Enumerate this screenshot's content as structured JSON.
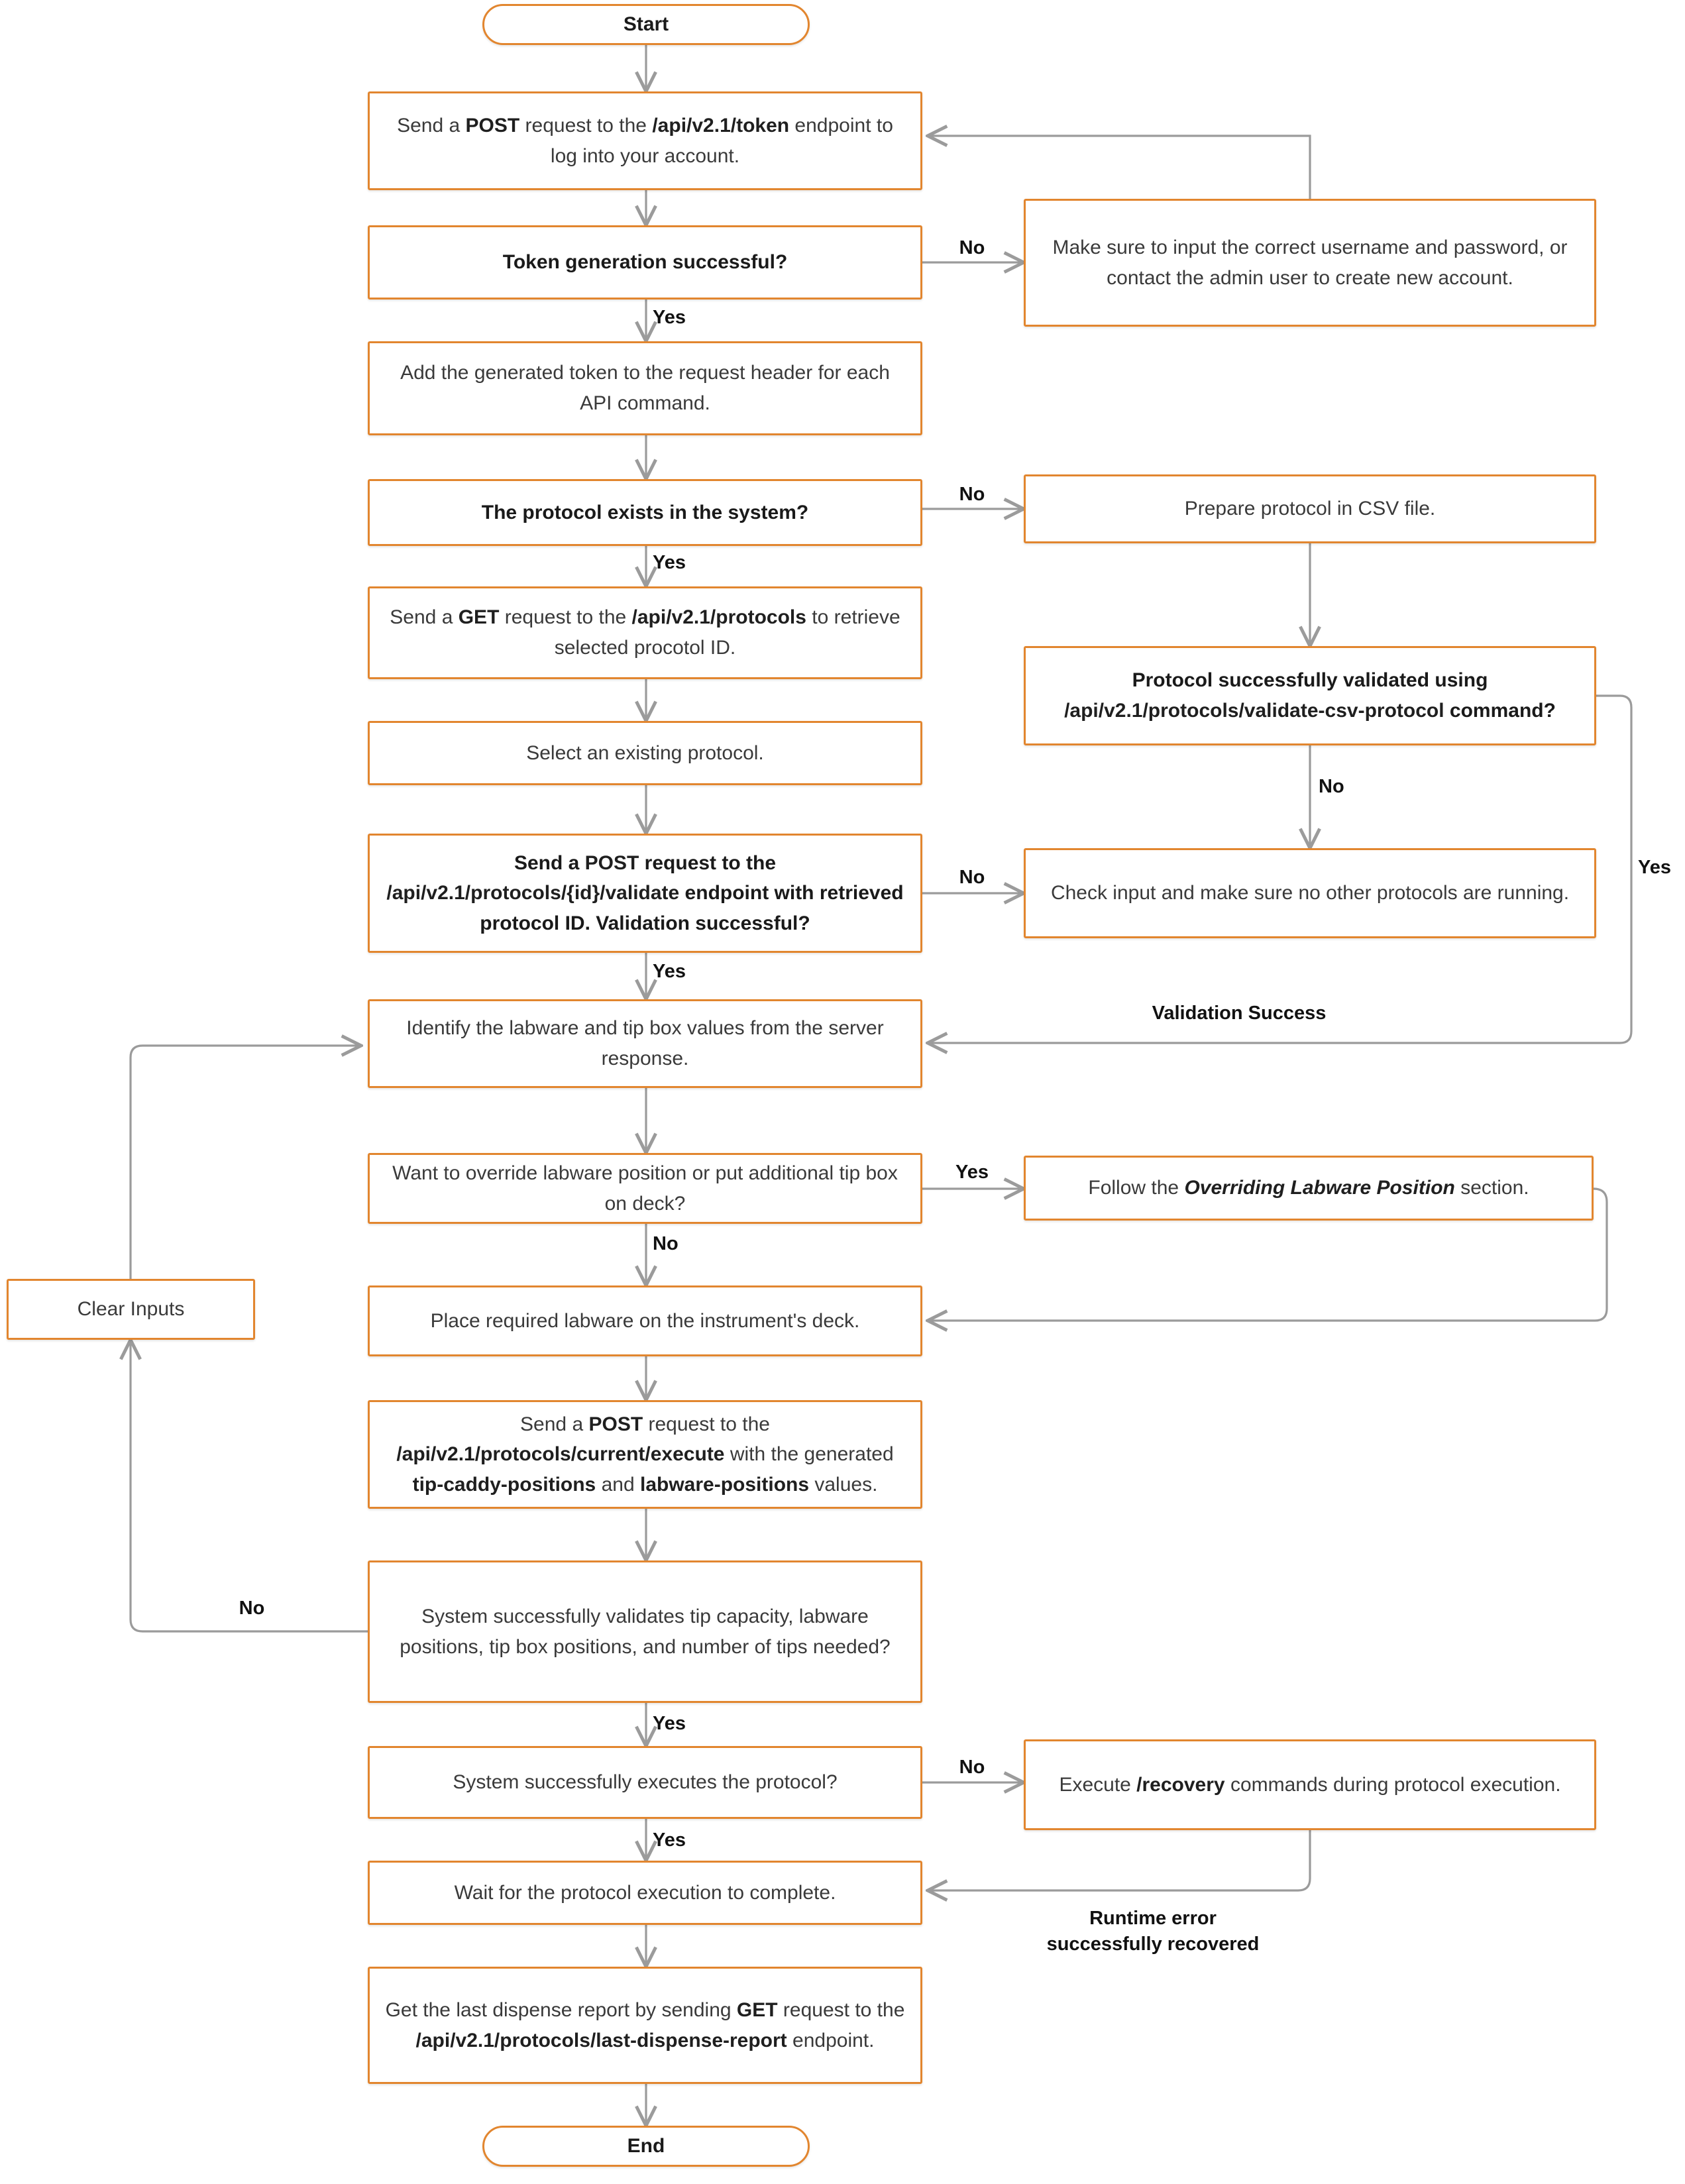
{
  "diagram": {
    "title": "API protocol execution flowchart",
    "colors": {
      "node_border": "#E2862F",
      "node_fill": "#FFFFFF",
      "edge_line": "#9b9b9b",
      "text": "#3a3a3a",
      "label_text": "#111111"
    }
  },
  "nodes": {
    "start": {
      "label": "Start",
      "shape": "terminal"
    },
    "post_token": {
      "html": "Send a <b>POST</b> request to the <b>/api/v2.1/token</b> endpoint to log into your account.",
      "text": "Send a POST request to the /api/v2.1/token endpoint to log into your account.",
      "shape": "process"
    },
    "token_success": {
      "html": "Token generation successful?",
      "text": "Token generation successful?",
      "shape": "decision"
    },
    "token_fail_help": {
      "html": "Make sure to input the correct username and password, or contact the admin user to create new account.",
      "text": "Make sure to input the correct username and password, or contact the admin user to create new account.",
      "shape": "process"
    },
    "add_token_header": {
      "html": "Add the generated token to the request header for each API command.",
      "text": "Add the generated token to the request header for each API command.",
      "shape": "process"
    },
    "protocol_exists": {
      "html": "The protocol exists in the system?",
      "text": "The protocol exists in the system?",
      "shape": "decision"
    },
    "prepare_csv": {
      "html": "Prepare protocol in CSV file.",
      "text": "Prepare protocol in CSV file.",
      "shape": "process"
    },
    "get_protocols": {
      "html": "Send a <b>GET</b> request to the <b>/api/v2.1/protocols</b> to retrieve selected procotol ID.",
      "text": "Send a GET request to the /api/v2.1/protocols to retrieve selected procotol ID.",
      "shape": "process"
    },
    "validate_csv": {
      "html": "Protocol successfully validated using <b>/api/v2.1/protocols/validate-csv-protocol</b> command?",
      "text": "Protocol successfully validated using /api/v2.1/protocols/validate-csv-protocol command?",
      "shape": "decision"
    },
    "select_protocol": {
      "html": "Select an existing protocol.",
      "text": "Select an existing protocol.",
      "shape": "process"
    },
    "post_validate": {
      "html": "Send a <b>POST</b> request to the <b>/api/v2.1/protocols/{id}/validate</b> endpoint with retrieved protocol ID. Validation successful?",
      "text": "Send a POST request to the /api/v2.1/protocols/{id}/validate endpoint with retrieved protocol ID. Validation successful?",
      "shape": "decision"
    },
    "check_input": {
      "html": "Check input and make sure no other protocols are running.",
      "text": "Check input and make sure no other protocols are running.",
      "shape": "process"
    },
    "identify_labware": {
      "html": "Identify the labware and tip box values from the server response.",
      "text": "Identify the labware and tip box values from the server response.",
      "shape": "process"
    },
    "want_override": {
      "html": "Want to override labware position or put additional tip box on deck?",
      "text": "Want to override labware position or put additional tip box on deck?",
      "shape": "decision"
    },
    "follow_override": {
      "html": "Follow the <i class=\"ital\">Overriding Labware Position</i> section.",
      "text": "Follow the Overriding Labware Position section.",
      "shape": "process"
    },
    "clear_inputs": {
      "html": "Clear Inputs",
      "text": "Clear Inputs",
      "shape": "process"
    },
    "place_labware": {
      "html": "Place required labware on the instrument's deck.",
      "text": "Place required labware on the instrument's deck.",
      "shape": "process"
    },
    "post_execute": {
      "html": "Send a <b>POST</b> request to the <b>/api/v2.1/protocols/current/execute</b> with the generated <b>tip-caddy-positions</b> and <b>labware-positions</b> values.",
      "text": "Send a POST request to the /api/v2.1/protocols/current/execute with the generated tip-caddy-positions and labware-positions values.",
      "shape": "process"
    },
    "system_validates": {
      "html": "System successfully validates tip capacity, labware positions, tip box positions, and number of tips needed?",
      "text": "System successfully validates tip capacity, labware positions, tip box positions, and number of tips needed?",
      "shape": "decision"
    },
    "system_executes": {
      "html": "System successfully executes the protocol?",
      "text": "System successfully executes the protocol?",
      "shape": "decision"
    },
    "recovery": {
      "html": "Execute <b>/recovery</b> commands during protocol execution.",
      "text": "Execute /recovery commands during protocol execution.",
      "shape": "process"
    },
    "wait_complete": {
      "html": "Wait for the protocol execution to complete.",
      "text": "Wait for the protocol execution to complete.",
      "shape": "process"
    },
    "get_report": {
      "html": "Get the last dispense report by sending <b>GET</b> request to the <b>/api/v2.1/protocols/last-dispense-report</b> endpoint.",
      "text": "Get the last dispense report by sending GET request to the /api/v2.1/protocols/last-dispense-report endpoint.",
      "shape": "process"
    },
    "end": {
      "label": "End",
      "shape": "terminal"
    }
  },
  "edge_labels": {
    "token_no": "No",
    "token_yes": "Yes",
    "protocol_no": "No",
    "protocol_yes": "Yes",
    "csv_no": "No",
    "csv_yes": "Yes",
    "validate_no": "No",
    "validate_yes": "Yes",
    "validation_success": "Validation Success",
    "override_yes": "Yes",
    "override_no": "No",
    "sysvalidate_no": "No",
    "sysvalidate_yes": "Yes",
    "execute_no": "No",
    "execute_yes": "Yes",
    "runtime_recovered": "Runtime error\nsuccessfully recovered"
  }
}
